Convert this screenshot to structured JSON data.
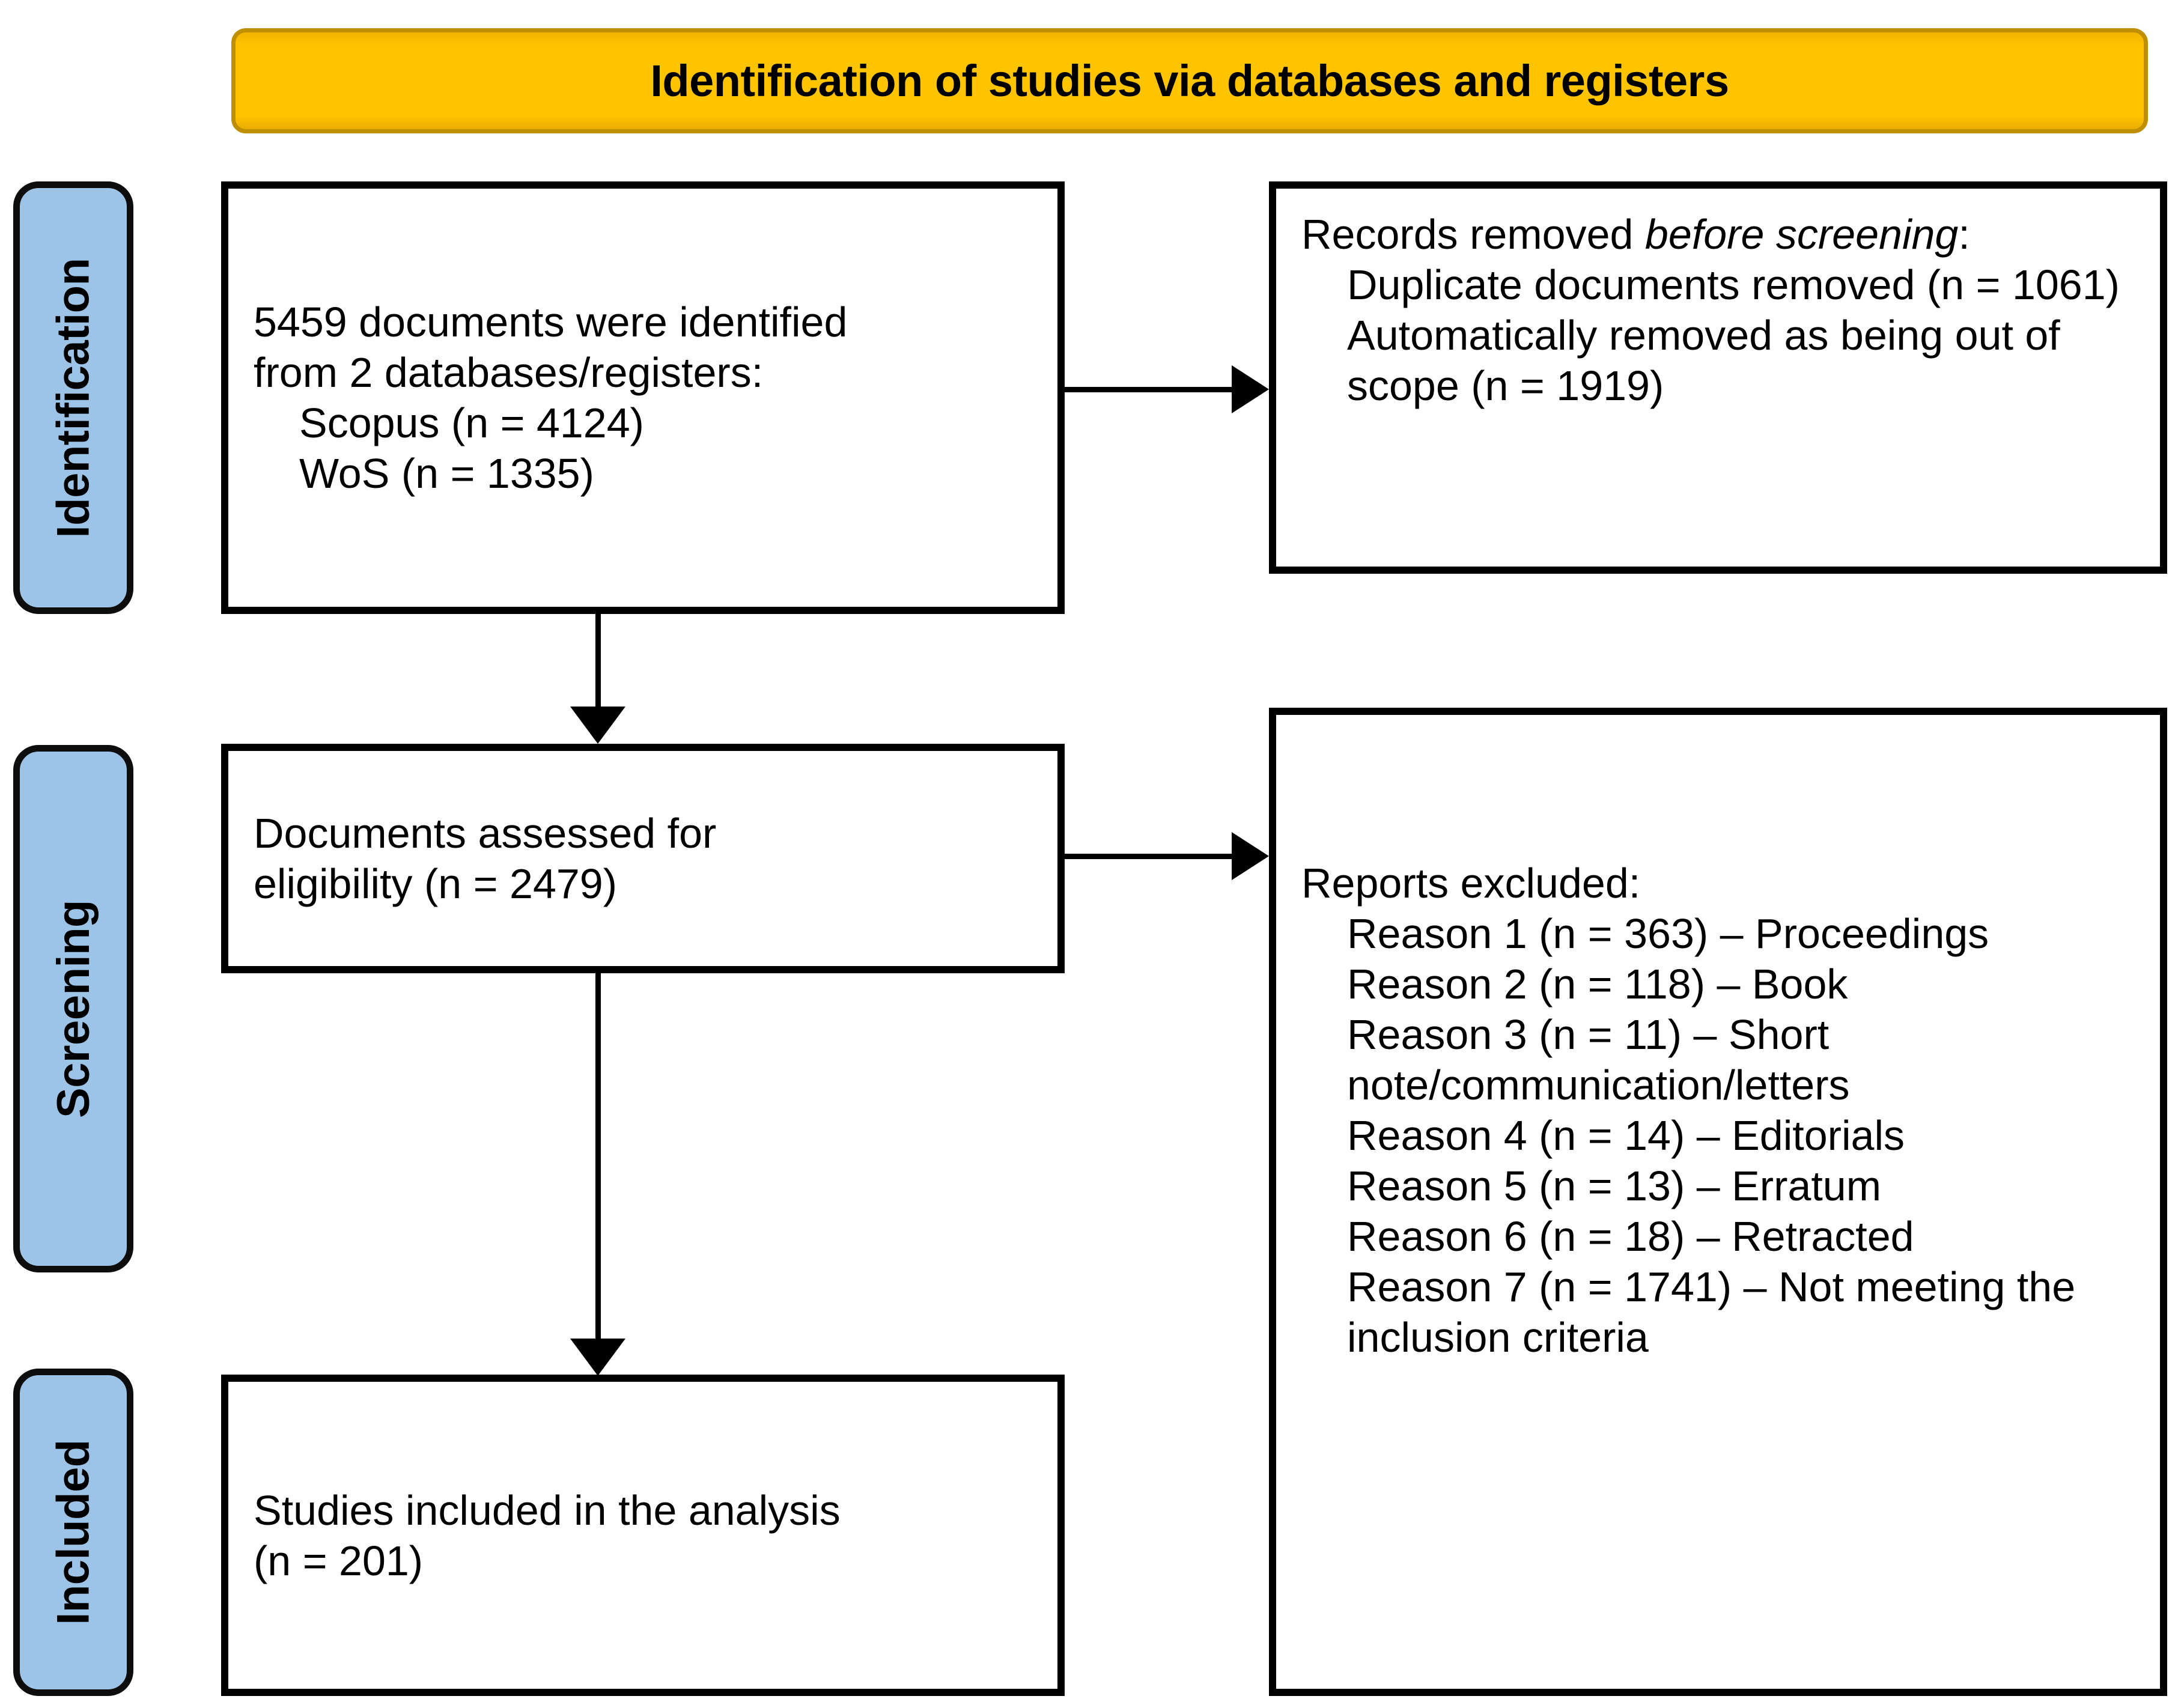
{
  "banner": {
    "title": "Identification of studies via databases and registers",
    "fill_color": "#FFC400",
    "border_color": "#BF8F00"
  },
  "stages": [
    {
      "id": "identification",
      "label": "Identification",
      "fill_color": "#9DC3E6"
    },
    {
      "id": "screening",
      "label": "Screening",
      "fill_color": "#9DC3E6"
    },
    {
      "id": "included",
      "label": "Included",
      "fill_color": "#9DC3E6"
    }
  ],
  "boxes": {
    "identified": {
      "line1": "5459 documents were identified",
      "line2": "from 2 databases/registers:",
      "line3": "Scopus (n = 4124)",
      "line4": "WoS (n = 1335)"
    },
    "removed": {
      "heading_plain": "Records removed ",
      "heading_italic": "before screening",
      "heading_colon": ":",
      "item1": "Duplicate documents removed (n = 1061)",
      "item2": "Automatically removed as being out of scope (n = 1919)"
    },
    "assessed": {
      "line1": "Documents assessed for",
      "line2": "eligibility (n = 2479)"
    },
    "excluded": {
      "heading": "Reports excluded:",
      "reasons": [
        "Reason 1 (n = 363) – Proceedings",
        "Reason 2 (n = 118) – Book",
        "Reason 3 (n = 11) – Short note/communication/letters",
        "Reason 4 (n = 14) – Editorials",
        "Reason 5 (n = 13) – Erratum",
        "Reason 6 (n = 18) – Retracted",
        "Reason 7 (n = 1741) – Not meeting the inclusion criteria"
      ]
    },
    "included": {
      "line1": "Studies included in the analysis",
      "line2": "(n = 201)"
    }
  },
  "chart_data": {
    "type": "diagram",
    "title": "Identification of studies via databases and registers",
    "nodes": [
      {
        "id": "identified",
        "stage": "Identification",
        "label": "5459 documents were identified from 2 databases/registers",
        "n": 5459,
        "sources": [
          {
            "name": "Scopus",
            "n": 4124
          },
          {
            "name": "WoS",
            "n": 1335
          }
        ]
      },
      {
        "id": "removed",
        "stage": "Identification",
        "label": "Records removed before screening",
        "items": [
          {
            "name": "Duplicate documents removed",
            "n": 1061
          },
          {
            "name": "Automatically removed as being out of scope",
            "n": 1919
          }
        ]
      },
      {
        "id": "assessed",
        "stage": "Screening",
        "label": "Documents assessed for eligibility",
        "n": 2479
      },
      {
        "id": "excluded",
        "stage": "Screening",
        "label": "Reports excluded",
        "items": [
          {
            "name": "Reason 1 – Proceedings",
            "n": 363
          },
          {
            "name": "Reason 2 – Book",
            "n": 118
          },
          {
            "name": "Reason 3 – Short note/communication/letters",
            "n": 11
          },
          {
            "name": "Reason 4 – Editorials",
            "n": 14
          },
          {
            "name": "Reason 5 – Erratum",
            "n": 13
          },
          {
            "name": "Reason 6 – Retracted",
            "n": 18
          },
          {
            "name": "Reason 7 – Not meeting the inclusion criteria",
            "n": 1741
          }
        ]
      },
      {
        "id": "included",
        "stage": "Included",
        "label": "Studies included in the analysis",
        "n": 201
      }
    ],
    "edges": [
      {
        "from": "identified",
        "to": "removed",
        "direction": "right"
      },
      {
        "from": "identified",
        "to": "assessed",
        "direction": "down"
      },
      {
        "from": "assessed",
        "to": "excluded",
        "direction": "right"
      },
      {
        "from": "assessed",
        "to": "included",
        "direction": "down"
      }
    ]
  }
}
